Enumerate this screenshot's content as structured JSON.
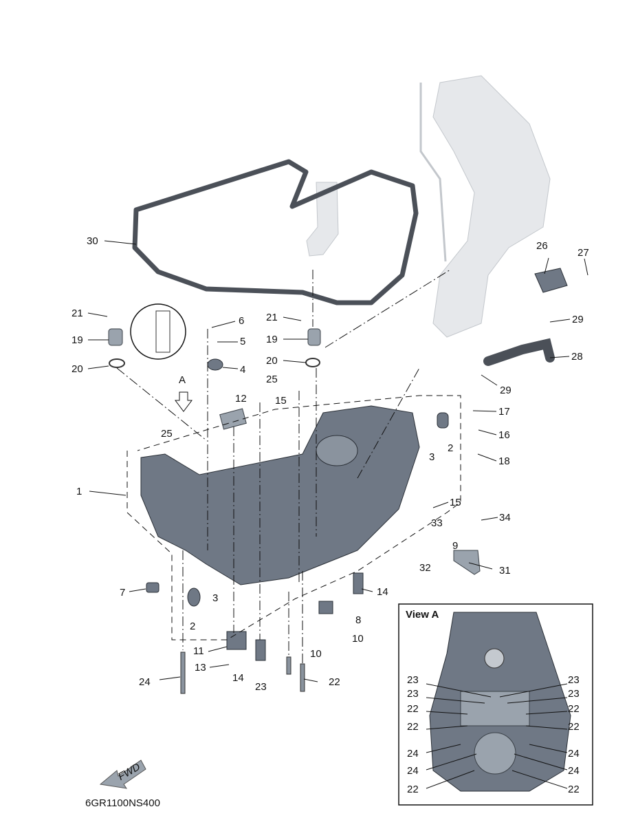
{
  "diagram_code": "6GR1100NS400",
  "view_a_title": "View A",
  "view_arrow_label": "A",
  "fwd_label": "FWD",
  "callouts": [
    {
      "id": "c30",
      "label": "30"
    },
    {
      "id": "c26",
      "label": "26"
    },
    {
      "id": "c27",
      "label": "27"
    },
    {
      "id": "c29a",
      "label": "29"
    },
    {
      "id": "c28",
      "label": "28"
    },
    {
      "id": "c29b",
      "label": "29"
    },
    {
      "id": "c21a",
      "label": "21"
    },
    {
      "id": "c19a",
      "label": "19"
    },
    {
      "id": "c20a",
      "label": "20"
    },
    {
      "id": "c6",
      "label": "6"
    },
    {
      "id": "c5",
      "label": "5"
    },
    {
      "id": "c4",
      "label": "4"
    },
    {
      "id": "c21b",
      "label": "21"
    },
    {
      "id": "c19b",
      "label": "19"
    },
    {
      "id": "c20b",
      "label": "20"
    },
    {
      "id": "c25a",
      "label": "25"
    },
    {
      "id": "c12",
      "label": "12"
    },
    {
      "id": "c15a",
      "label": "15"
    },
    {
      "id": "c17",
      "label": "17"
    },
    {
      "id": "c16",
      "label": "16"
    },
    {
      "id": "c2a",
      "label": "2"
    },
    {
      "id": "c3a",
      "label": "3"
    },
    {
      "id": "c18",
      "label": "18"
    },
    {
      "id": "c25b",
      "label": "25"
    },
    {
      "id": "c1",
      "label": "1"
    },
    {
      "id": "c15b",
      "label": "15"
    },
    {
      "id": "c33",
      "label": "33"
    },
    {
      "id": "c34",
      "label": "34"
    },
    {
      "id": "c9",
      "label": "9"
    },
    {
      "id": "c32",
      "label": "32"
    },
    {
      "id": "c31",
      "label": "31"
    },
    {
      "id": "c7",
      "label": "7"
    },
    {
      "id": "c14a",
      "label": "14"
    },
    {
      "id": "c3b",
      "label": "3"
    },
    {
      "id": "c2b",
      "label": "2"
    },
    {
      "id": "c8",
      "label": "8"
    },
    {
      "id": "c10a",
      "label": "10"
    },
    {
      "id": "c10b",
      "label": "10"
    },
    {
      "id": "c11",
      "label": "11"
    },
    {
      "id": "c13",
      "label": "13"
    },
    {
      "id": "c14b",
      "label": "14"
    },
    {
      "id": "c23",
      "label": "23"
    },
    {
      "id": "c22",
      "label": "22"
    },
    {
      "id": "c24",
      "label": "24"
    }
  ],
  "view_a_callouts": [
    {
      "id": "va23l1",
      "label": "23"
    },
    {
      "id": "va23r1",
      "label": "23"
    },
    {
      "id": "va23l2",
      "label": "23"
    },
    {
      "id": "va23r2",
      "label": "23"
    },
    {
      "id": "va22l1",
      "label": "22"
    },
    {
      "id": "va22r1",
      "label": "22"
    },
    {
      "id": "va22l2",
      "label": "22"
    },
    {
      "id": "va22r2",
      "label": "22"
    },
    {
      "id": "va24l1",
      "label": "24"
    },
    {
      "id": "va24r1",
      "label": "24"
    },
    {
      "id": "va24l2",
      "label": "24"
    },
    {
      "id": "va24r2",
      "label": "24"
    },
    {
      "id": "va22l3",
      "label": "22"
    },
    {
      "id": "va22r3",
      "label": "22"
    }
  ]
}
